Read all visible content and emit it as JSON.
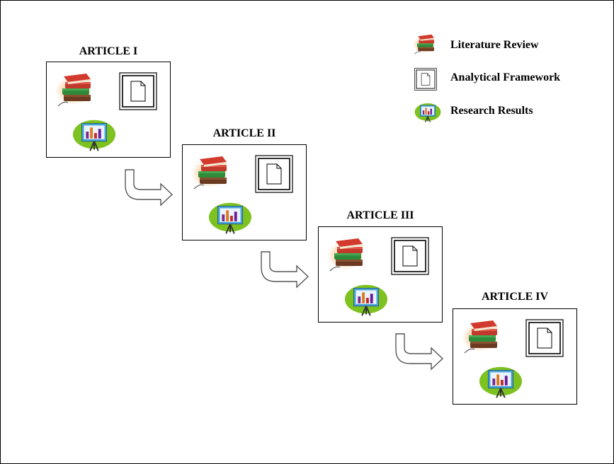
{
  "legend": {
    "items": [
      {
        "label": "Literature Review",
        "icon": "books-icon"
      },
      {
        "label": "Analytical Framework",
        "icon": "framed-document-icon"
      },
      {
        "label": "Research Results",
        "icon": "chart-easel-icon"
      }
    ]
  },
  "articles": [
    {
      "title": "ARTICLE I"
    },
    {
      "title": "ARTICLE II"
    },
    {
      "title": "ARTICLE III"
    },
    {
      "title": "ARTICLE IV"
    }
  ],
  "colors": {
    "book_red": "#c0392b",
    "book_green": "#2e8b3a",
    "glow_orange": "#f7a04a",
    "easel_green": "#7dc21e",
    "easel_board": "#4aa3d8"
  }
}
